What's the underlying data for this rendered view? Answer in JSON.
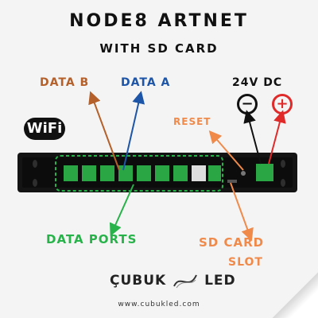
{
  "title": "NODE8 ARTNET",
  "subtitle": "WITH SD CARD",
  "labels": {
    "data_b": "DATA B",
    "data_a": "DATA A",
    "voltage": "24V DC",
    "reset": "RESET",
    "data_ports": "DATA PORTS",
    "sd_card_line1": "SD CARD",
    "sd_card_line2": "SLOT"
  },
  "wifi_badge": "WiFi",
  "polarity": {
    "negative": "−",
    "positive": "+"
  },
  "brand": {
    "left": "ÇUBUK",
    "right": "LED",
    "url": "www.cubukled.com"
  },
  "colors": {
    "data_b": "#b5602a",
    "data_a": "#1d55a8",
    "reset": "#f08a4b",
    "data_ports": "#27b24a",
    "sd_card": "#f08a4b",
    "negative": "#111111",
    "positive": "#e02a2a"
  }
}
